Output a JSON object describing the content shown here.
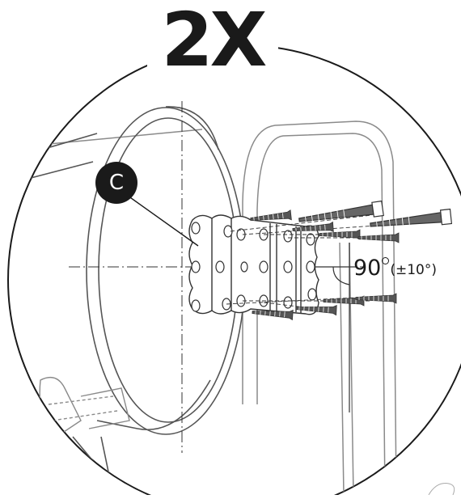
{
  "detail": {
    "quantity_label": "2X",
    "part_label": "C",
    "angle_value": "90",
    "angle_tolerance": "(±10°)"
  },
  "colors": {
    "ink": "#1a1a1a",
    "line": "#555555",
    "light_line": "#9a9a9a",
    "background": "#ffffff"
  }
}
